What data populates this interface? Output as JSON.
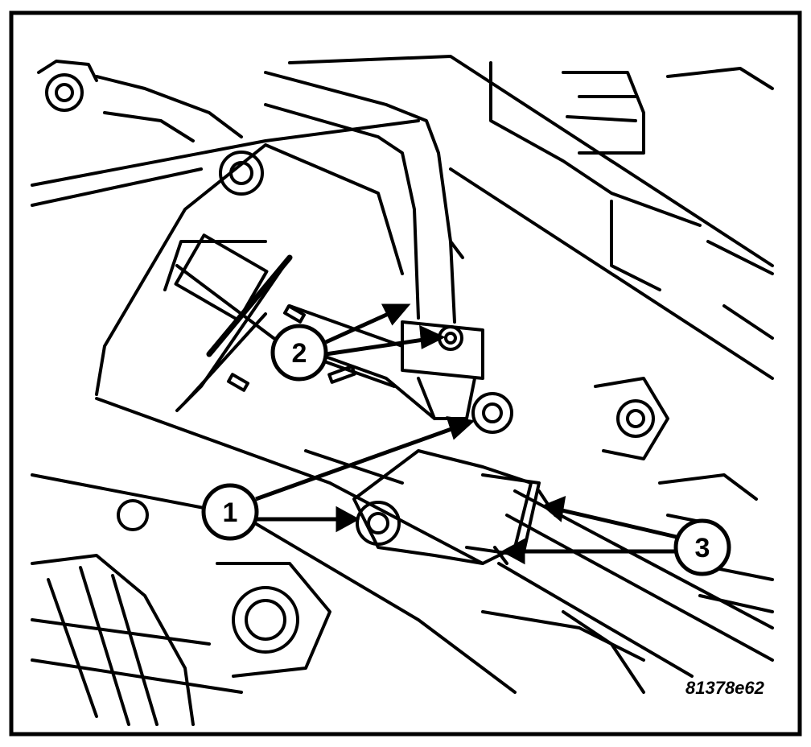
{
  "figure": {
    "id_label": "81378e62",
    "colors": {
      "ink": "#000000",
      "paper": "#ffffff"
    }
  },
  "callouts": [
    {
      "number": "1"
    },
    {
      "number": "2"
    },
    {
      "number": "3"
    }
  ]
}
